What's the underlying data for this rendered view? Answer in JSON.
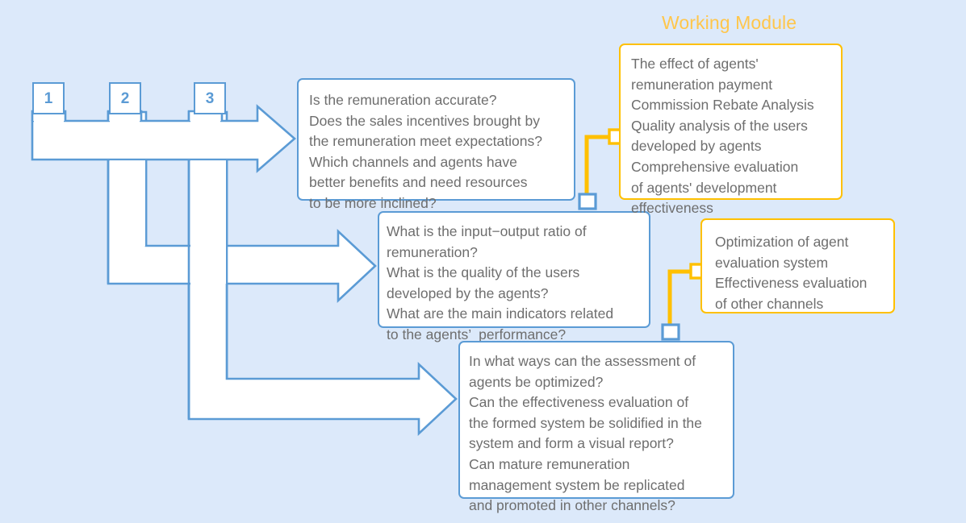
{
  "meta": {
    "background_color": "#dce9fa",
    "blue_accent": "#5b9bd5",
    "orange_accent": "#ffc000",
    "title_color": "#ffc64b",
    "text_color": "#6e6e6e"
  },
  "title": {
    "working_module": "Working Module"
  },
  "stages": [
    {
      "number": "1"
    },
    {
      "number": "2"
    },
    {
      "number": "3"
    }
  ],
  "question_boxes": [
    {
      "id": "question-box-1",
      "lines": [
        "Is the remuneration accurate?",
        "Does the sales incentives brought by",
        "the remuneration meet expectations?",
        "Which channels and agents have",
        "better benefits and need resources",
        "to be more inclined?"
      ],
      "text": "Is the remuneration accurate?\nDoes the sales incentives brought by\nthe remuneration meet expectations?\nWhich channels and agents have\nbetter benefits and need resources\nto be more inclined?"
    },
    {
      "id": "question-box-2",
      "lines": [
        "What is the input−output ratio of",
        "remuneration?",
        "What is the quality of the users",
        "developed by the agents?",
        "What are the main indicators related",
        "to the agents’ performance?"
      ],
      "text": "What is the input−output ratio of\nremuneration?\nWhat is the quality of the users\ndeveloped by the agents?\nWhat are the main indicators related\nto the agents’  performance?"
    },
    {
      "id": "question-box-3",
      "lines": [
        "In what ways can the assessment of",
        "agents be optimized?",
        "Can the effectiveness evaluation of",
        "the formed system be solidified in the",
        "system and form a visual report?",
        "Can mature remuneration",
        "management system be replicated",
        "and promoted in other channels?"
      ],
      "text": "In what ways can the assessment of\nagents be optimized?\nCan the effectiveness evaluation of\nthe formed system be solidified in the\nsystem and form a visual report?\nCan mature remuneration\nmanagement system be replicated\nand promoted in other channels?"
    }
  ],
  "module_boxes": [
    {
      "id": "module-box-1",
      "lines": [
        "The effect of agents'",
        "remuneration payment",
        "Commission Rebate Analysis",
        "Quality analysis of the users",
        "developed by agents",
        "Comprehensive evaluation",
        "of agents' development",
        "effectiveness"
      ],
      "text": "The effect of agents'\nremuneration payment\nCommission Rebate Analysis\nQuality analysis of the users\ndeveloped by agents\nComprehensive evaluation\nof agents' development\neffectiveness"
    },
    {
      "id": "module-box-2",
      "lines": [
        "Optimization of agent",
        "evaluation system",
        "Effectiveness evaluation",
        "of other channels"
      ],
      "text": "Optimization of agent\nevaluation system\nEffectiveness evaluation\nof other channels"
    }
  ]
}
